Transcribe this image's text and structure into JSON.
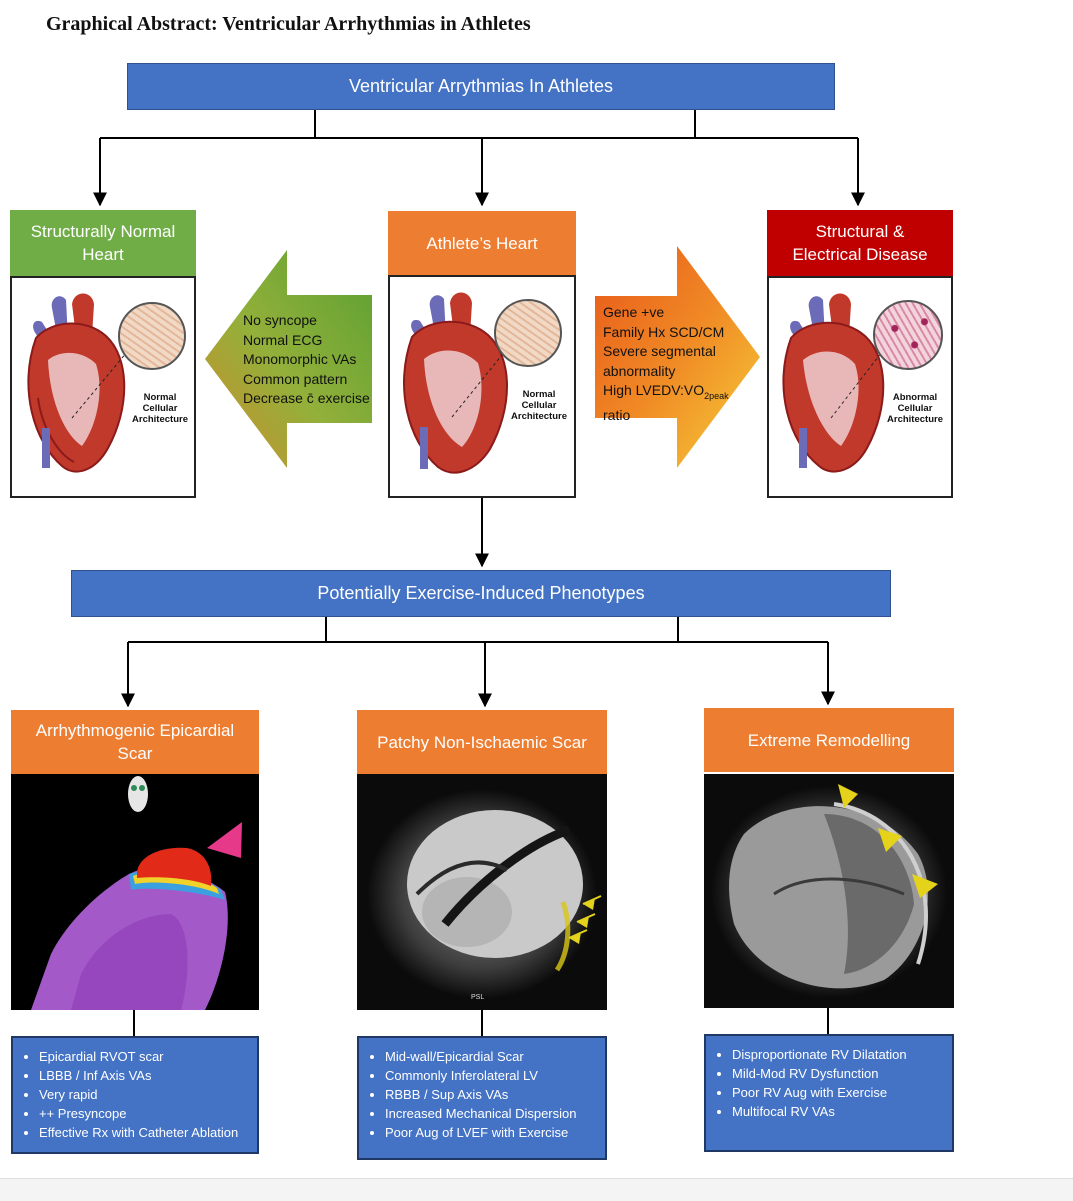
{
  "title": "Graphical Abstract: Ventricular Arrhythmias in Athletes",
  "top_bar": "Ventricular Arrythmias In Athletes",
  "left_heart": {
    "header": "Structurally Normal\nHeart",
    "caption": [
      "Normal",
      "Cellular",
      "Architecture"
    ]
  },
  "center_heart": {
    "header": "Athlete’s Heart",
    "caption": [
      "Normal",
      "Cellular",
      "Architecture"
    ]
  },
  "right_heart": {
    "header": "Structural &\nElectrical Disease",
    "caption": [
      "Abnormal",
      "Cellular",
      "Architecture"
    ]
  },
  "left_arrow_items": [
    "No syncope",
    "Normal ECG",
    "Monomorphic VAs",
    "Common pattern",
    "Decrease c̄ exercise"
  ],
  "right_arrow_items": [
    "Gene +ve",
    "Family Hx SCD/CM",
    "Severe segmental",
    "abnormality",
    "High LVEDV:VO",
    "2peak",
    "ratio"
  ],
  "middle_bar": "Potentially Exercise-Induced Phenotypes",
  "phenotypes": [
    {
      "header": "Arrhythmogenic Epicardial\nScar",
      "items": [
        "Epicardial RVOT scar",
        "LBBB / Inf Axis VAs",
        "Very rapid",
        "++ Presyncope",
        "Effective Rx with Catheter Ablation"
      ]
    },
    {
      "header": "Patchy Non-Ischaemic Scar",
      "items": [
        "Mid-wall/Epicardial Scar",
        "Commonly Inferolateral LV",
        "RBBB / Sup Axis VAs",
        "Increased Mechanical Dispersion",
        "Poor Aug of LVEF with Exercise"
      ],
      "image_label": "PSL"
    },
    {
      "header": "Extreme Remodelling",
      "items": [
        "Disproportionate RV Dilatation",
        "Mild-Mod RV Dysfunction",
        "Poor RV Aug with Exercise",
        "Multifocal RV VAs"
      ]
    }
  ],
  "colors": {
    "blue": "#4472c4",
    "green": "#70ad47",
    "orange": "#ed7d31",
    "red": "#c00000",
    "yellow_arrow": "#e5d21a",
    "pink_arrow": "#e6398a"
  },
  "icons": [
    "heart-illustration",
    "cell-magnifier",
    "electroanatomic-map",
    "mri-scan",
    "arrowhead-marker"
  ]
}
